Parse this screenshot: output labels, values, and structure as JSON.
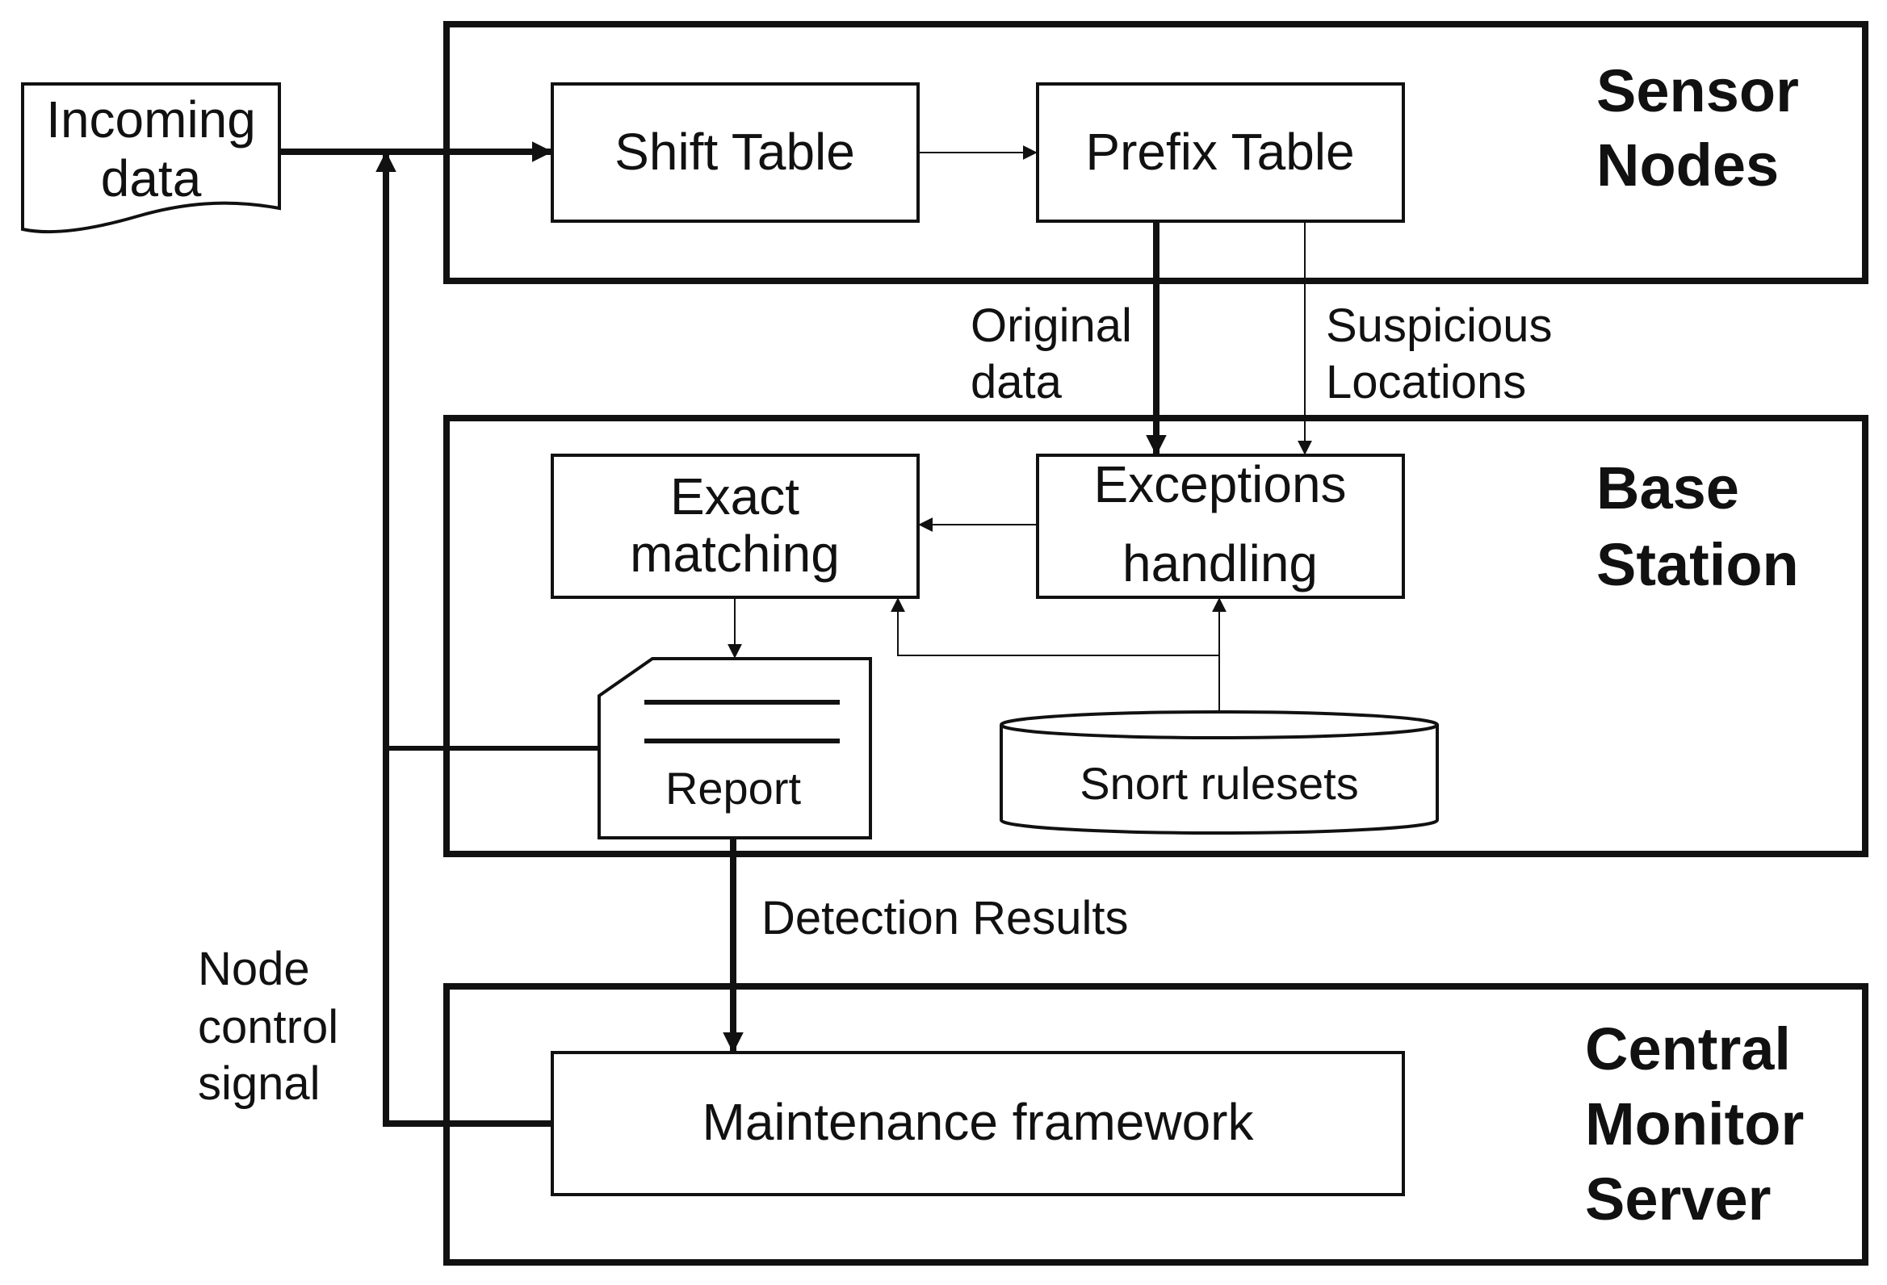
{
  "diagram": {
    "regions": {
      "sensor_nodes": {
        "title_lines": [
          "Sensor",
          "Nodes"
        ]
      },
      "base_station": {
        "title_lines": [
          "Base",
          "Station"
        ]
      },
      "central_monitor": {
        "title_lines": [
          "Central",
          "Monitor",
          "Server"
        ]
      }
    },
    "nodes": {
      "incoming_data": {
        "lines": [
          "Incoming",
          "data"
        ]
      },
      "shift_table": {
        "label": "Shift Table"
      },
      "prefix_table": {
        "label": "Prefix Table"
      },
      "exact_matching": {
        "lines": [
          "Exact",
          "matching"
        ]
      },
      "exceptions_handling": {
        "lines": [
          "Exceptions",
          "handling"
        ]
      },
      "report": {
        "label": "Report"
      },
      "snort_rulesets": {
        "label": "Snort rulesets"
      },
      "maintenance_framework": {
        "label": "Maintenance framework"
      }
    },
    "edge_labels": {
      "original_data": [
        "Original",
        "data"
      ],
      "suspicious_locations": [
        "Suspicious",
        "Locations"
      ],
      "detection_results": "Detection Results",
      "node_control_signal": [
        "Node",
        "control",
        "signal"
      ]
    }
  }
}
